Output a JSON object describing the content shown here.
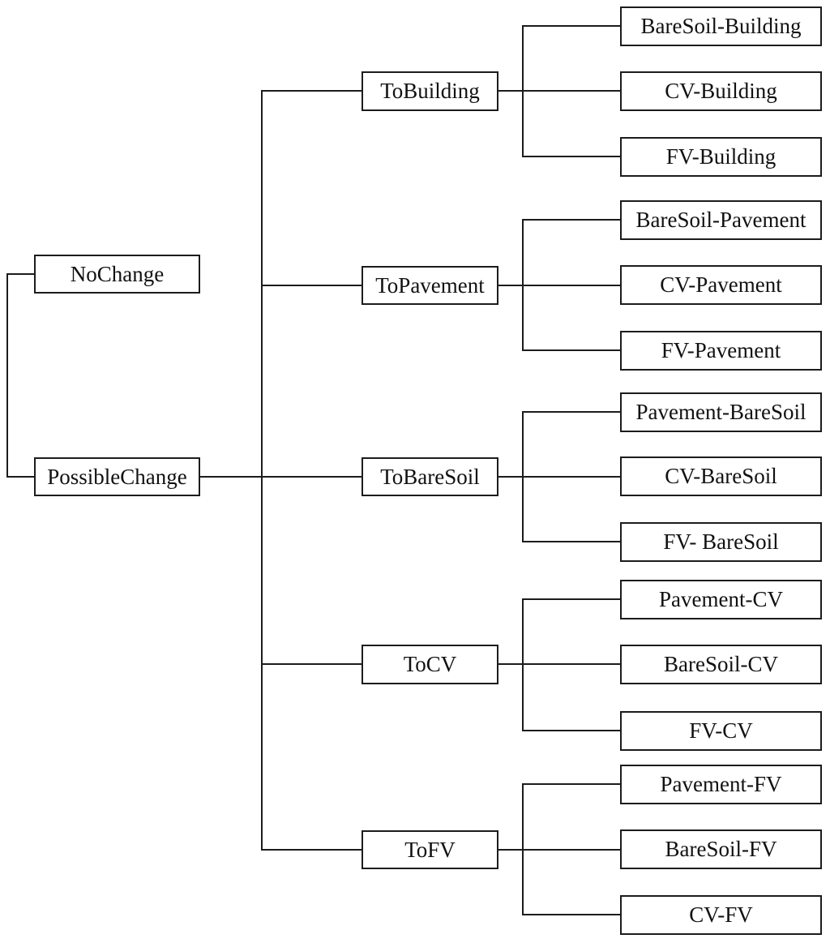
{
  "diagram": {
    "type": "tree",
    "orientation": "left-to-right",
    "colors": {
      "background": "#ffffff",
      "line": "#1c1c1c",
      "box_border": "#1c1c1c",
      "text": "#111111"
    }
  },
  "tree": {
    "roots": [
      {
        "label": "NoChange",
        "children": []
      },
      {
        "label": "PossibleChange",
        "children": [
          {
            "label": "ToBuilding",
            "children": [
              {
                "label": "BareSoil-Building"
              },
              {
                "label": "CV-Building"
              },
              {
                "label": "FV-Building"
              }
            ]
          },
          {
            "label": "ToPavement",
            "children": [
              {
                "label": "BareSoil-Pavement"
              },
              {
                "label": "CV-Pavement"
              },
              {
                "label": "FV-Pavement"
              }
            ]
          },
          {
            "label": "ToBareSoil",
            "children": [
              {
                "label": "Pavement-BareSoil"
              },
              {
                "label": "CV-BareSoil"
              },
              {
                "label": "FV- BareSoil"
              }
            ]
          },
          {
            "label": "ToCV",
            "children": [
              {
                "label": "Pavement-CV"
              },
              {
                "label": "BareSoil-CV"
              },
              {
                "label": "FV-CV"
              }
            ]
          },
          {
            "label": "ToFV",
            "children": [
              {
                "label": "Pavement-FV"
              },
              {
                "label": "BareSoil-FV"
              },
              {
                "label": "CV-FV"
              }
            ]
          }
        ]
      }
    ]
  }
}
